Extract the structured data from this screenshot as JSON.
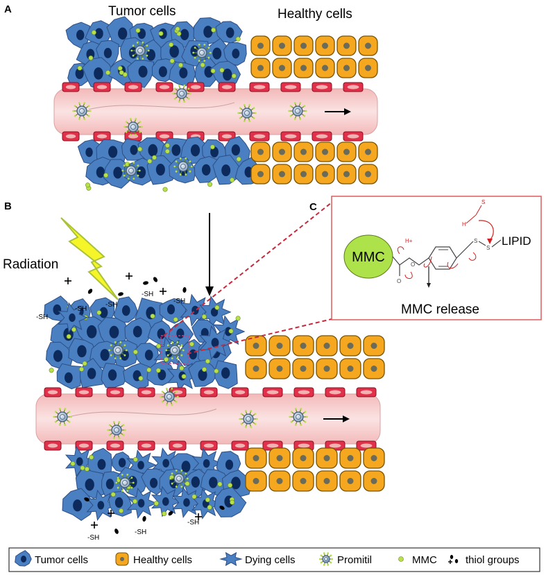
{
  "panel_a": {
    "label": "A",
    "tumor_title": "Tumor cells",
    "healthy_title": "Healthy cells"
  },
  "panel_b": {
    "label": "B",
    "radiation_label": "Radiation",
    "thiol_label": "-SH"
  },
  "panel_c": {
    "label": "C",
    "mmc_label": "MMC",
    "lipid_label": "LIPID",
    "release_label": "MMC release",
    "atom_s": "S",
    "atom_o": "O",
    "atom_h": "H",
    "atom_hplus": "H+"
  },
  "legend": {
    "items": [
      {
        "label": "Tumor cells",
        "icon": "tumor-cell-icon"
      },
      {
        "label": "Healthy cells",
        "icon": "healthy-cell-icon"
      },
      {
        "label": "Dying cells",
        "icon": "dying-cell-icon"
      },
      {
        "label": "Promitil",
        "icon": "promitil-icon"
      },
      {
        "label": "MMC",
        "icon": "mmc-dot-icon"
      },
      {
        "label": "thiol groups",
        "icon": "thiol-groups-icon"
      }
    ]
  },
  "colors": {
    "tumor": "#4a7fc1",
    "tumor_nucleus": "#0d2a5c",
    "healthy": "#f5a81f",
    "healthy_nucleus": "#6b6b5a",
    "vessel": "#f7cfcf",
    "endothelial": "#e0304a",
    "mmc": "#b7e04a",
    "lightning": "#f5f52a",
    "box_border": "#e05a5a"
  }
}
